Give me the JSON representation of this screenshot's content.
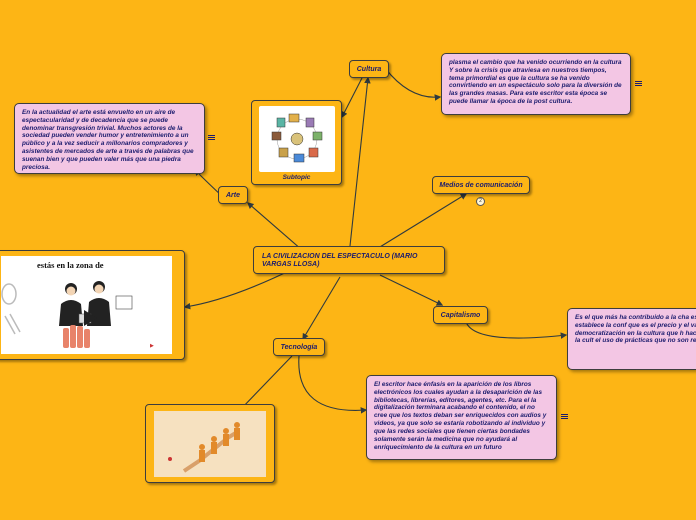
{
  "central": {
    "label": "LA CIVILIZACION DEL ESPECTACULO (MARIO VARGAS LLOSA)"
  },
  "topics": {
    "cultura": "Cultura",
    "arte": "Arte",
    "medios": "Medios de comunicación",
    "capitalismo": "Capitalismo",
    "tecnologia": "Tecnología"
  },
  "subtopic": {
    "label": "Subtopic"
  },
  "medios_badge": "2",
  "image_caption": "estás en la zona de",
  "notes": {
    "cultura": "plasma el cambio que ha venido ocurriendo en la cultura Y sobre la crisis que atraviesa en nuestros tiempos, tema primordial es que la cultura se ha venido convirtiendo en un espectáculo solo para la diversión de las grandes masas. Para este escritor esta época se puede llamar la época de la post cultura.",
    "arte": "En la actualidad el arte está envuelto en un aire de espectacularidad y de decadencia que se puede denominar transgresión trivial. Muchos actores de la sociedad pueden vender humor y entretenimiento a un público y a la vez seducir a millonarios compradores y asistentes de mercados de arte a través de palabras que suenan bien y que pueden valer más que una piedra preciosa.",
    "capitalismo": "Es el que más ha contribuido a la cha espectáculo, y que establece la conf que es el precio y el valor. Este ha e democratización en la cultura que h hacerla accesible, favorecido la cult el uso de prácticas que no son recom mundo de la cultura.",
    "tecnologia": "El escritor hace énfasis en la aparición de los libros electrónicos los cuales ayudan a la desaparición de las bibliotecas, librerías, editores, agentes, etc. Para el la digitalización terminara acabando el contenido, el no cree que los textos deban ser enriquecidos con audios y videos, ya que solo se estaría robotizando al individuo y que las redes sociales que tienen ciertas bondades solamente serán la medicina que no ayudará al enriquecimiento de la cultura en un futuro"
  },
  "colors": {
    "background": "#FDB515",
    "note_fill": "#F3C6E4",
    "text": "#1c1c6e",
    "connector": "#2f3a3f"
  }
}
